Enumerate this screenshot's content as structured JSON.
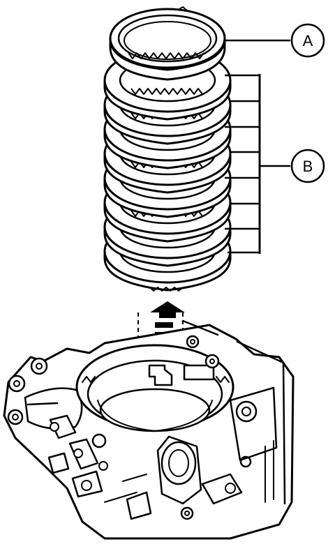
{
  "callouts": [
    {
      "id": "A",
      "label": "A"
    },
    {
      "id": "B",
      "label": "B"
    }
  ],
  "colors": {
    "ink": "#000000",
    "paper": "#ffffff"
  },
  "icons": {
    "direction": "up-arrow-icon"
  }
}
